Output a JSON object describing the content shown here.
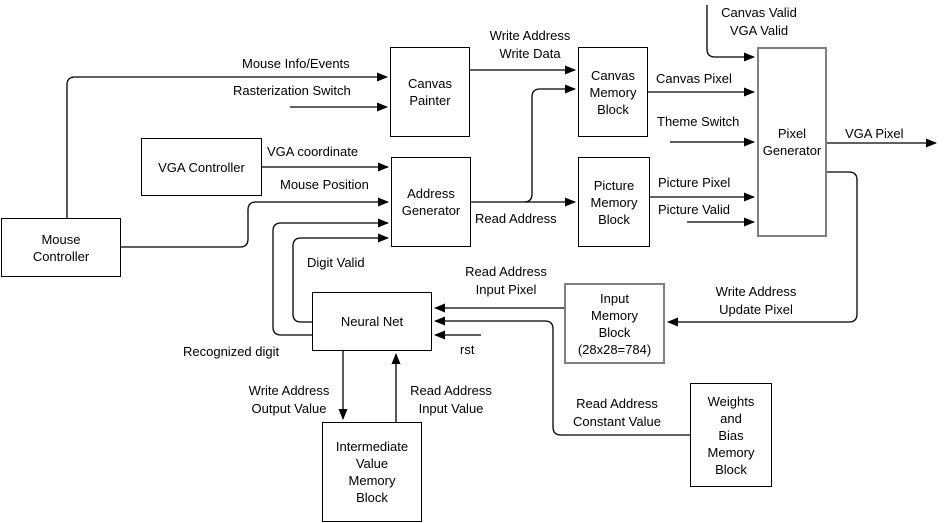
{
  "diagram": {
    "blocks": {
      "mouse_controller": {
        "label": "Mouse\nController"
      },
      "vga_controller": {
        "label": "VGA Controller"
      },
      "canvas_painter": {
        "label": "Canvas\nPainter"
      },
      "address_generator": {
        "label": "Address\nGenerator"
      },
      "canvas_memory": {
        "label": "Canvas\nMemory\nBlock"
      },
      "picture_memory": {
        "label": "Picture\nMemory\nBlock"
      },
      "pixel_generator": {
        "label": "Pixel\nGenerator"
      },
      "neural_net": {
        "label": "Neural Net"
      },
      "input_memory": {
        "label": "Input\nMemory\nBlock\n(28x28=784)"
      },
      "intermediate_memory": {
        "label": "Intermediate\nValue\nMemory\nBlock"
      },
      "weights_memory": {
        "label": "Weights\nand\nBias\nMemory\nBlock"
      }
    },
    "signals": {
      "mouse_info_events": "Mouse Info/Events",
      "rasterization_switch": "Rasterization Switch",
      "vga_coordinate": "VGA coordinate",
      "mouse_position": "Mouse Position",
      "write_address_write_data": "Write Address\nWrite Data",
      "read_address_mid": "Read Address",
      "canvas_valid_vga_valid": "Canvas Valid\nVGA Valid",
      "canvas_pixel": "Canvas Pixel",
      "theme_switch": "Theme Switch",
      "vga_pixel": "VGA Pixel",
      "picture_pixel": "Picture Pixel",
      "picture_valid": "Picture Valid",
      "digit_valid": "Digit Valid",
      "read_address_input_pixel": "Read Address\nInput Pixel",
      "write_address_update_pixel": "Write Address\nUpdate Pixel",
      "rst": "rst",
      "recognized_digit": "Recognized digit",
      "write_address_output_value": "Write Address\nOutput Value",
      "read_address_input_value": "Read Address\nInput Value",
      "read_address_constant_value": "Read Address\nConstant Value"
    },
    "colors": {
      "line": "#000000",
      "box_border": "#000000",
      "box_border_alt": "#808080",
      "text": "#000000",
      "background": "#ffffff"
    }
  }
}
